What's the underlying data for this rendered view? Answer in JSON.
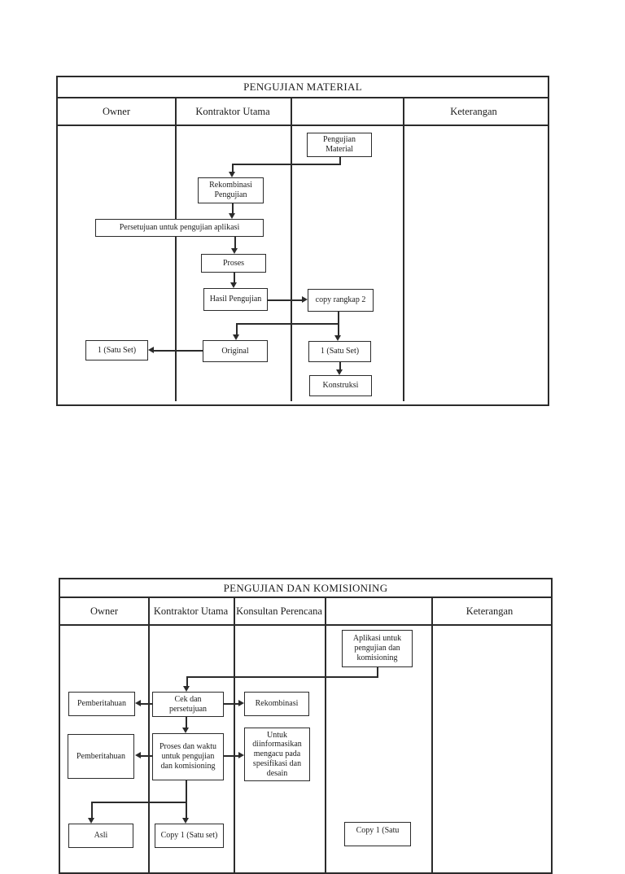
{
  "colors": {
    "line": "#2b2b2b",
    "text": "#1c1c1c",
    "page_bg": "#ffffff"
  },
  "diagram1": {
    "title": "PENGUJIAN MATERIAL",
    "columns": [
      "Owner",
      "Kontraktor Utama",
      "",
      "Keterangan"
    ],
    "nodes": {
      "pengujian_material": "Pengujian Material",
      "rekombinasi_pengujian": "Rekombinasi Pengujian",
      "persetujuan": "Persetujuan untuk pengujian aplikasi",
      "proses": "Proses",
      "hasil_pengujian": "Hasil Pengujian",
      "copy_rangkap_2": "copy rangkap 2",
      "satu_set_owner": "1 (Satu Set)",
      "original": "Original",
      "satu_set_copy": "1 (Satu Set)",
      "konstruksi": "Konstruksi"
    }
  },
  "diagram2": {
    "title": "PENGUJIAN DAN KOMISIONING",
    "columns": [
      "Owner",
      "Kontraktor Utama",
      "Konsultan Perencana",
      "",
      "Keterangan"
    ],
    "nodes": {
      "aplikasi": "Aplikasi untuk pengujian dan komisioning",
      "pemberitahuan_1": "Pemberitahuan",
      "cek_dan_persetujuan": "Cek dan persetujuan",
      "rekombinasi": "Rekombinasi",
      "pemberitahuan_2": "Pemberitahuan",
      "proses_dan_waktu": "Proses dan waktu untuk pengujian dan komisioning",
      "untuk_diinformasikan": "Untuk diinformasikan mengacu pada spesifikasi dan desain",
      "asli": "Asli",
      "copy_1_satu_set": "Copy 1 (Satu set)",
      "copy_1_satu": "Copy 1 (Satu"
    }
  }
}
